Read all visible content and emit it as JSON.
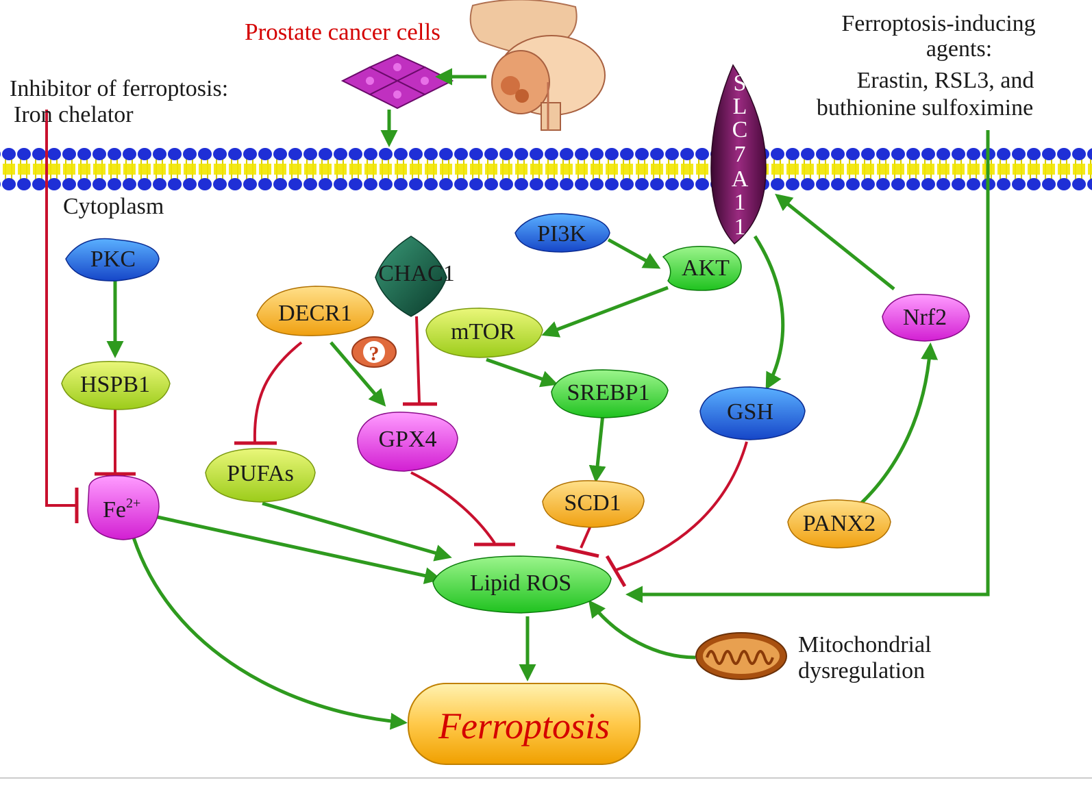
{
  "title_prostate": "Prostate cancer cells",
  "inhibitor": {
    "line1": "Inhibitor of ferroptosis:",
    "line2": "Iron chelator"
  },
  "inducers": {
    "line1": "Ferroptosis-inducing",
    "line2": "agents:",
    "line3": "Erastin, RSL3, and",
    "line4": "buthionine sulfoximine"
  },
  "cytoplasm": "Cytoplasm",
  "slc7a11": [
    "S",
    "L",
    "C",
    "7",
    "A",
    "1",
    "1"
  ],
  "nodes": {
    "pkc": "PKC",
    "hspb1": "HSPB1",
    "fe_base": "Fe",
    "fe_sup": "2+",
    "decr1": "DECR1",
    "chac1": "CHAC1",
    "question": "?",
    "gpx4": "GPX4",
    "pufas": "PUFAs",
    "pi3k": "PI3K",
    "akt": "AKT",
    "mtor": "mTOR",
    "srebp1": "SREBP1",
    "scd1": "SCD1",
    "gsh": "GSH",
    "nrf2": "Nrf2",
    "panx2": "PANX2",
    "lipid_ros": "Lipid ROS",
    "ferroptosis": "Ferroptosis"
  },
  "mito": {
    "line1": "Mitochondrial",
    "line2": "dysregulation"
  },
  "colors": {
    "activate": "#2e9a1e",
    "inhibit": "#c8102e",
    "title_red": "#d40000",
    "membrane_head": "#1f2fd6",
    "membrane_tail": "#f2e600"
  }
}
